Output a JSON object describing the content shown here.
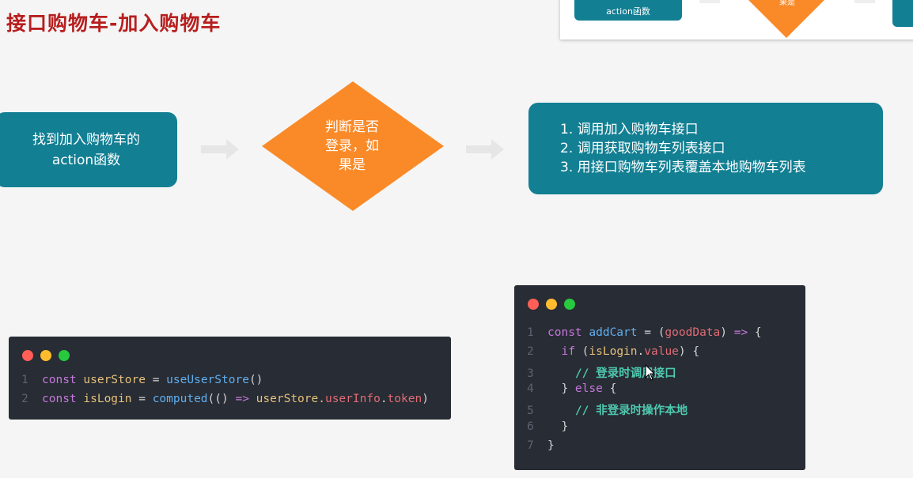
{
  "title": "接口购物车-加入购物车",
  "thumbnail": {
    "box_text": "action函数",
    "diamond_text": "果是"
  },
  "flow": {
    "box1": {
      "line1": "找到加入购物车的",
      "line2": "action函数"
    },
    "diamond": {
      "line1": "判断是否",
      "line2": "登录，如",
      "line3": "果是"
    },
    "box2": {
      "items": [
        "1. 调用加入购物车接口",
        "2. 调用获取购物车列表接口",
        "3. 用接口购物车列表覆盖本地购物车列表"
      ]
    }
  },
  "code_block_1": {
    "lines": [
      {
        "num": "1",
        "t1": "const ",
        "t2": "userStore",
        "t3": " = ",
        "t4": "useUserStore",
        "t5": "()"
      },
      {
        "num": "2",
        "t1": "const ",
        "t2": "isLogin",
        "t3": " = ",
        "t4": "computed",
        "t5": "(() ",
        "t6": "=>",
        "t7": " userStore.",
        "t8": "userInfo",
        "t9": ".",
        "t10": "token",
        "t11": ")"
      }
    ]
  },
  "code_block_2": {
    "l1": {
      "num": "1",
      "a": "const ",
      "b": "addCart",
      "c": " = (",
      "d": "goodData",
      "e": ") ",
      "f": "=>",
      "g": " {"
    },
    "l2": {
      "num": "2",
      "a": "  ",
      "b": "if",
      "c": " (",
      "d": "isLogin",
      "e": ".",
      "f": "value",
      "g": ") {"
    },
    "l3": {
      "num": "3",
      "a": "    ",
      "b": "// 登录时调用接口"
    },
    "l4": {
      "num": "4",
      "a": "  } ",
      "b": "else",
      "c": " {"
    },
    "l5": {
      "num": "5",
      "a": "    ",
      "b": "// 非登录时操作本地"
    },
    "l6": {
      "num": "6",
      "a": "  }"
    },
    "l7": {
      "num": "7",
      "a": "}"
    }
  },
  "colors": {
    "box": "#127f93",
    "diamond": "#fa8a28",
    "title": "#b81e1e",
    "code_bg": "#282c34"
  }
}
